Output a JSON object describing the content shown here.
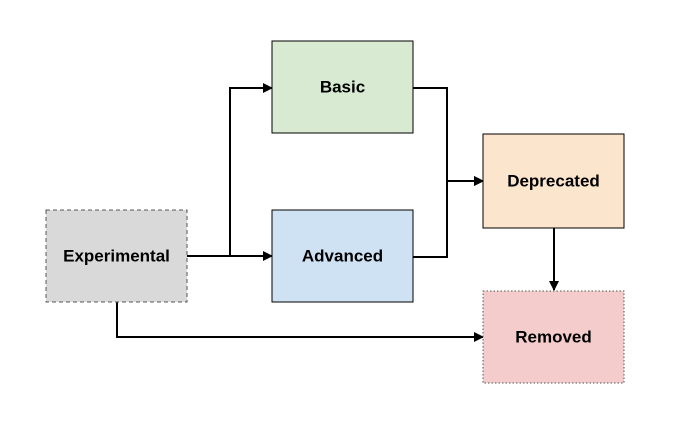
{
  "nodes": {
    "experimental": {
      "label": "Experimental",
      "fill": "#d9d9d9",
      "stroke": "#555555",
      "border": "dashed"
    },
    "basic": {
      "label": "Basic",
      "fill": "#d9ead3",
      "stroke": "#000000",
      "border": "solid"
    },
    "advanced": {
      "label": "Advanced",
      "fill": "#cfe2f3",
      "stroke": "#000000",
      "border": "solid"
    },
    "deprecated": {
      "label": "Deprecated",
      "fill": "#fce5cd",
      "stroke": "#000000",
      "border": "solid"
    },
    "removed": {
      "label": "Removed",
      "fill": "#f4cccc",
      "stroke": "#555555",
      "border": "dotted"
    }
  },
  "edges": [
    {
      "from": "experimental",
      "to": "basic"
    },
    {
      "from": "experimental",
      "to": "advanced"
    },
    {
      "from": "basic",
      "to": "deprecated"
    },
    {
      "from": "advanced",
      "to": "deprecated"
    },
    {
      "from": "deprecated",
      "to": "removed"
    },
    {
      "from": "experimental",
      "to": "removed"
    }
  ]
}
